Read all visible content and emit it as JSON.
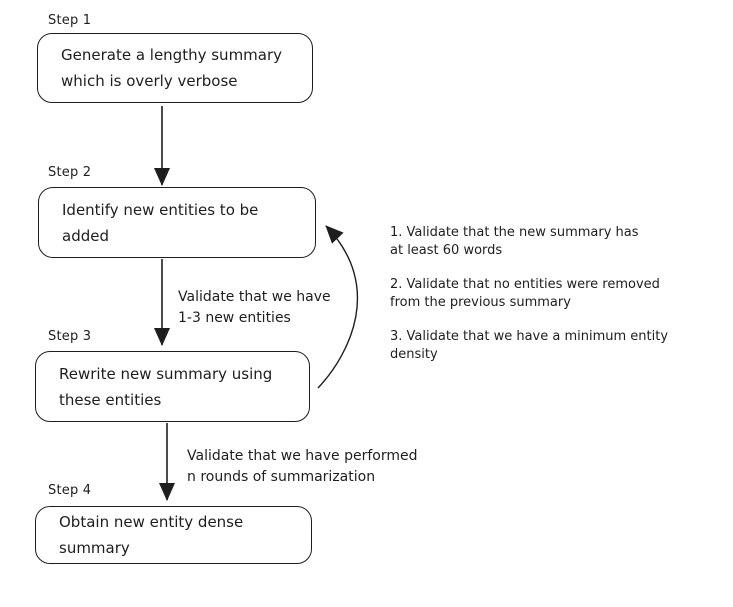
{
  "colors": {
    "background": "#ffffff",
    "ink": "#1e1e1e"
  },
  "steps": [
    {
      "label": "Step 1",
      "text": "Generate a lengthy summary\nwhich is overly verbose"
    },
    {
      "label": "Step 2",
      "text": "Identify new entities to be\nadded"
    },
    {
      "label": "Step 3",
      "text": "Rewrite new summary using\nthese entities"
    },
    {
      "label": "Step 4",
      "text": "Obtain new entity dense\nsummary"
    }
  ],
  "edge_labels": [
    "Validate that we have\n1-3 new entities",
    "Validate that we have performed\nn rounds of summarization"
  ],
  "loop_notes": [
    "1. Validate that the new summary has\nat least 60 words",
    "2. Validate that no entities were removed\nfrom the previous summary",
    "3. Validate that we have a minimum entity\ndensity"
  ]
}
